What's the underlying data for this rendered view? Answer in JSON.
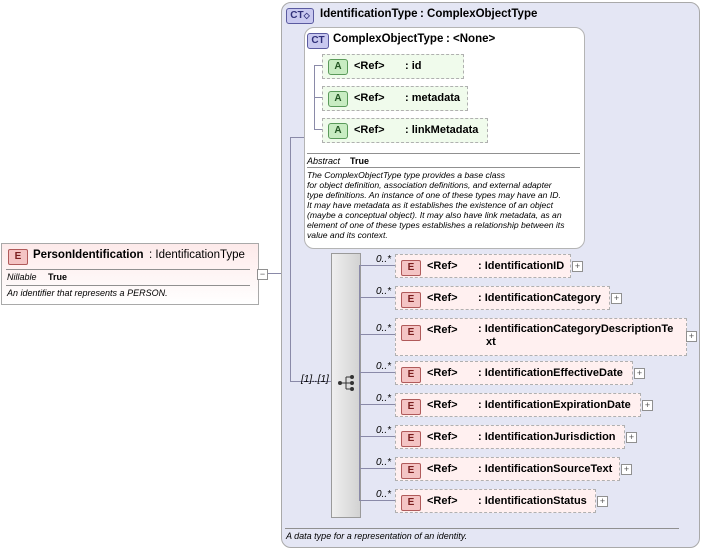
{
  "person": {
    "badge": "E",
    "name": "PersonIdentification",
    "type": ": IdentificationType",
    "prop_label": "Nillable",
    "prop_value": "True",
    "doc": "An identifier that represents a PERSON."
  },
  "outer": {
    "badge": "CT",
    "title": "IdentificationType",
    "type": ": ComplexObjectType",
    "doc": "A data type for a representation of an identity."
  },
  "inner": {
    "badge": "CT",
    "title": "ComplexObjectType",
    "type": ": <None>",
    "attributes": [
      {
        "badge": "A",
        "ref": "<Ref>",
        "name": ": id"
      },
      {
        "badge": "A",
        "ref": "<Ref>",
        "name": ": metadata"
      },
      {
        "badge": "A",
        "ref": "<Ref>",
        "name": ": linkMetadata"
      }
    ],
    "prop_label": "Abstract",
    "prop_value": "True",
    "doc_lines": [
      "The ComplexObjectType type provides a base class",
      "for object definition, association definitions, and external adapter",
      "type definitions. An instance of one of these types may have an ID.",
      "It may have metadata as it establishes the existence of an object",
      "(maybe a conceptual object). It may also have link metadata, as an",
      "element of one of these types establishes a relationship between its",
      "value and its context."
    ]
  },
  "sequence": {
    "multiplicity": "[1]..[1]"
  },
  "elements": [
    {
      "mult": "0..*",
      "badge": "E",
      "ref": "<Ref>",
      "name": ": IdentificationID"
    },
    {
      "mult": "0..*",
      "badge": "E",
      "ref": "<Ref>",
      "name": ": IdentificationCategory"
    },
    {
      "mult": "0..*",
      "badge": "E",
      "ref": "<Ref>",
      "name": ": IdentificationCategoryDescriptionTe",
      "name2": "xt"
    },
    {
      "mult": "0..*",
      "badge": "E",
      "ref": "<Ref>",
      "name": ": IdentificationEffectiveDate"
    },
    {
      "mult": "0..*",
      "badge": "E",
      "ref": "<Ref>",
      "name": ": IdentificationExpirationDate"
    },
    {
      "mult": "0..*",
      "badge": "E",
      "ref": "<Ref>",
      "name": ": IdentificationJurisdiction"
    },
    {
      "mult": "0..*",
      "badge": "E",
      "ref": "<Ref>",
      "name": ": IdentificationSourceText"
    },
    {
      "mult": "0..*",
      "badge": "E",
      "ref": "<Ref>",
      "name": ": IdentificationStatus"
    }
  ]
}
